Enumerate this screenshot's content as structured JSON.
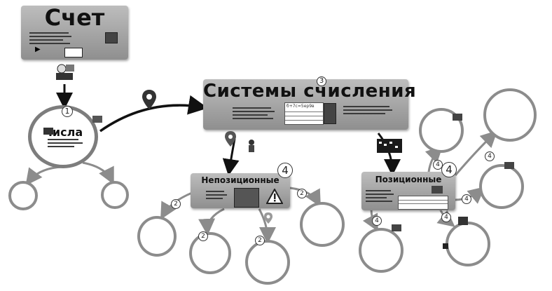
{
  "frames": {
    "schet": {
      "title": "Счет"
    },
    "systems": {
      "title": "Системы счисления",
      "formula": "б+7с=5ер9в"
    },
    "nonpositional": {
      "title": "Непозиционные"
    },
    "positional": {
      "title": "Позиционные"
    },
    "chisla": {
      "title": "Числа"
    }
  },
  "badges": {
    "chisla": "1",
    "systems": "3",
    "nonpositional": "4",
    "positional": "4",
    "np_left": "2",
    "np_child_mid": "2",
    "np_child_right": "2",
    "np_right": "2",
    "pos_child_left": "4",
    "pos_child_right": "4",
    "pos_upper_left": "4",
    "pos_upper_mid": "4",
    "pos_upper_right": "4"
  },
  "colors": {
    "frame_gradient_top": "#bdbdbd",
    "frame_gradient_bottom": "#8f8f8f",
    "ring": "#8c8c8c",
    "arrow": "#111111"
  },
  "icons": [
    "location-pin-icon",
    "flag-icon",
    "people-icon",
    "warning-icon",
    "camera-icon"
  ]
}
